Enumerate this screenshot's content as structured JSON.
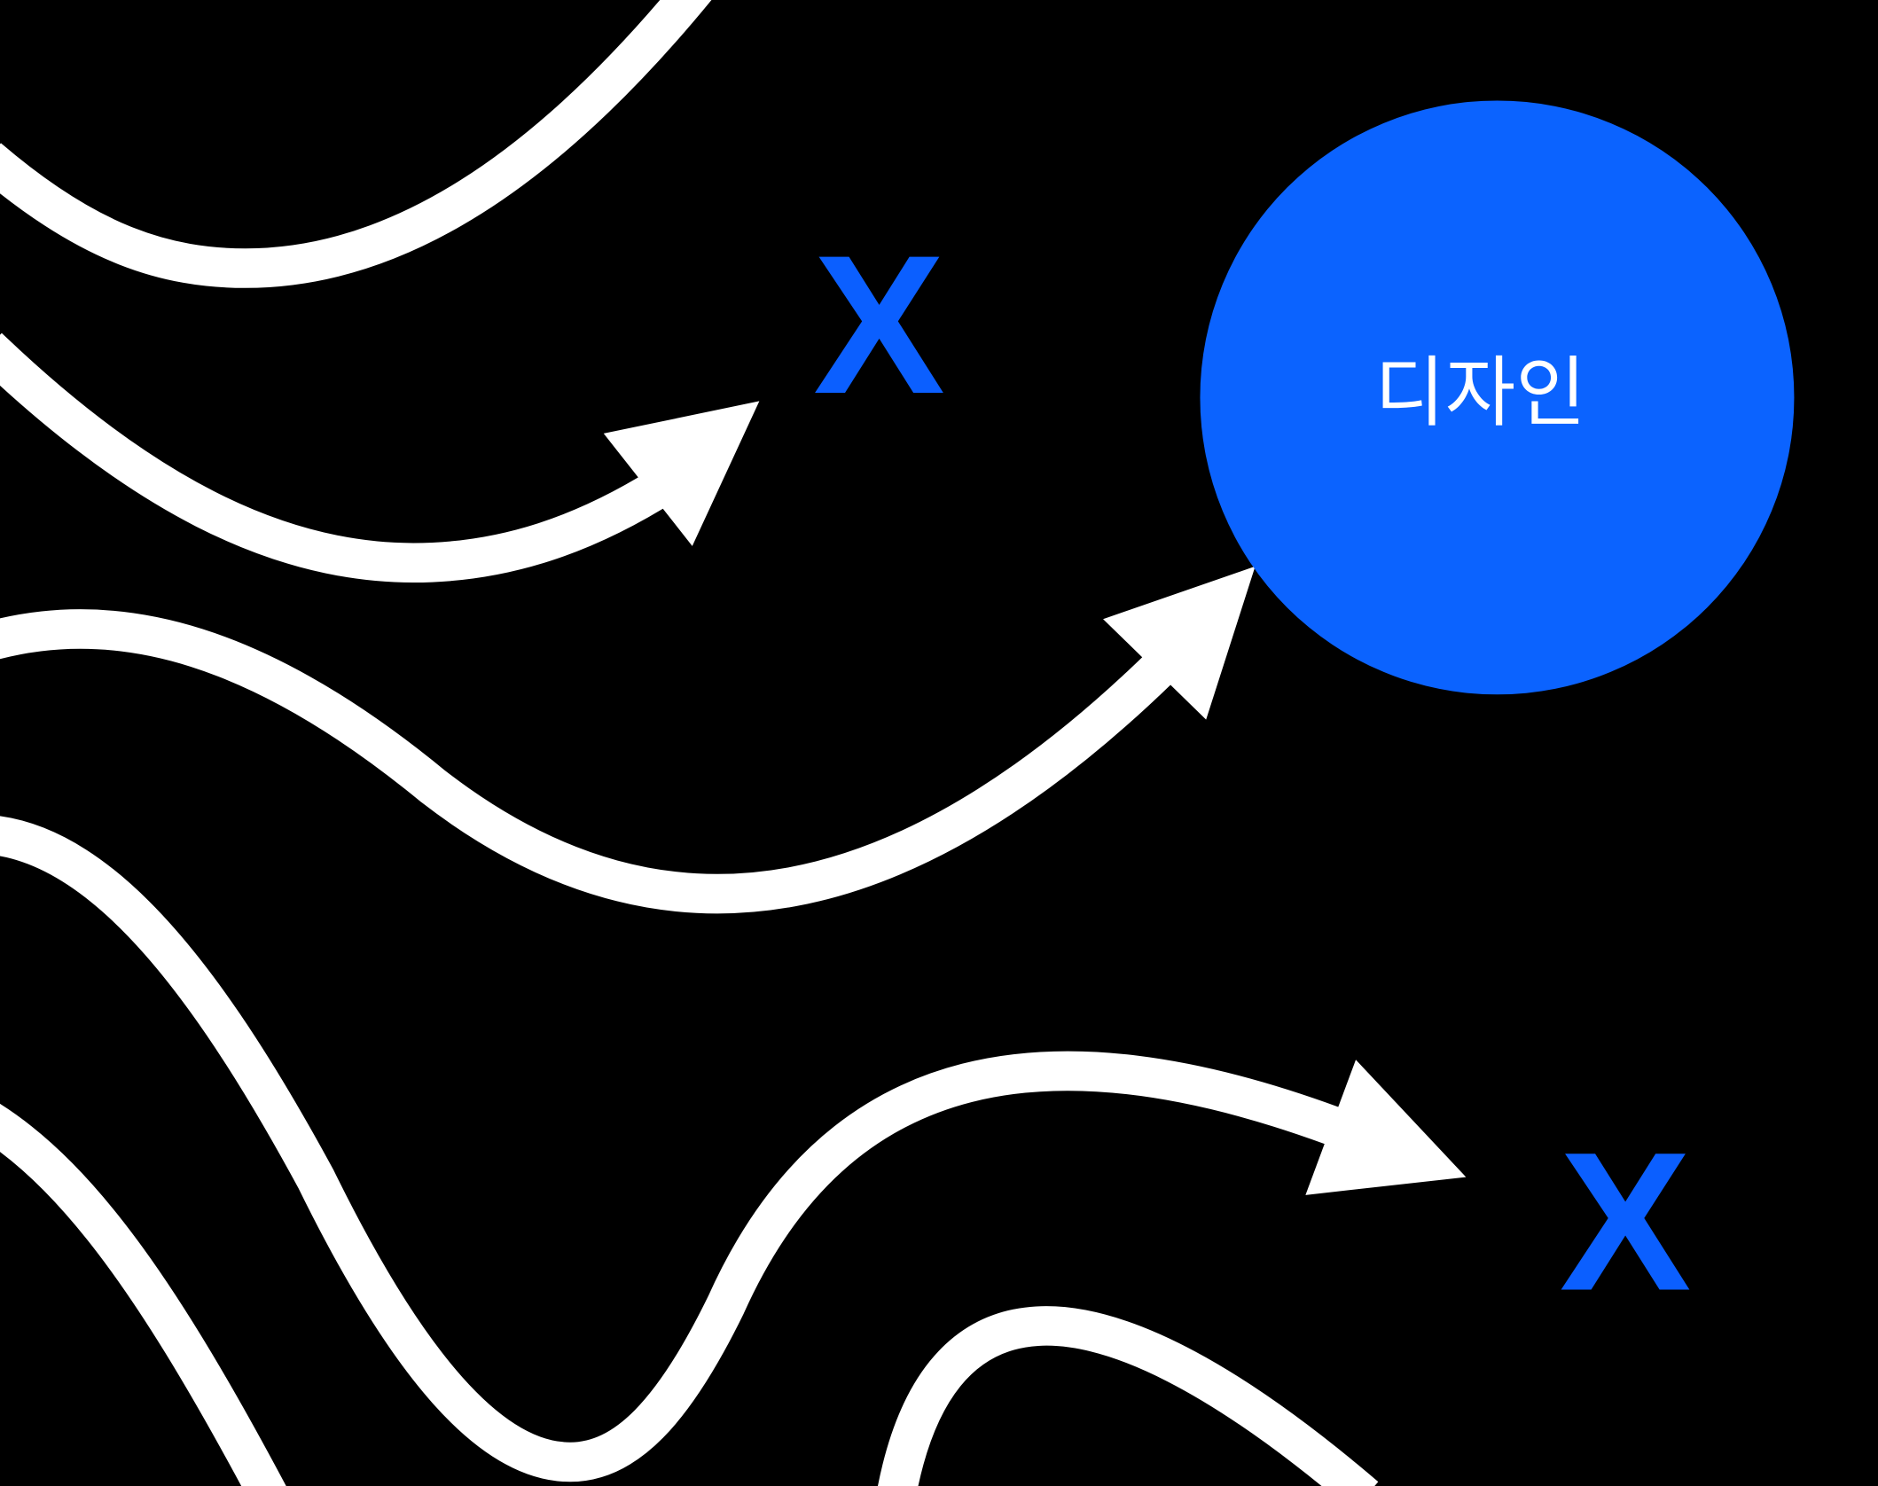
{
  "circle": {
    "label": "디자인",
    "color": "#0b63ff"
  },
  "marks": [
    {
      "text": "X",
      "color": "#0b5fff"
    },
    {
      "text": "X",
      "color": "#0b5fff"
    }
  ],
  "colors": {
    "background": "#000000",
    "arrows": "#ffffff"
  }
}
